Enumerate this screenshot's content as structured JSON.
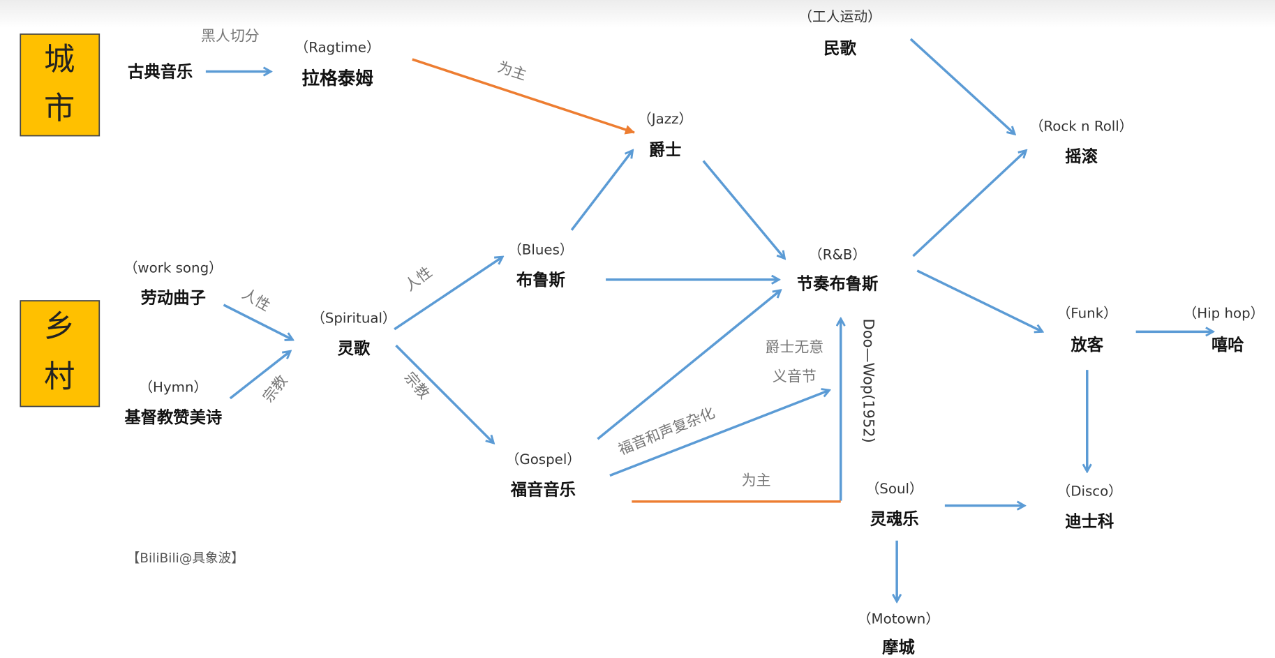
{
  "colors": {
    "arrow": "#5B9BD5",
    "primary_arrow": "#ED7D31",
    "category_box": "#FFC000"
  },
  "categories": {
    "urban": [
      "城",
      "市"
    ],
    "rural": [
      "乡",
      "村"
    ]
  },
  "nodes": {
    "classical": {
      "zh": "古典音乐"
    },
    "ragtime": {
      "en": "（Ragtime）",
      "zh": "拉格泰姆"
    },
    "jazz": {
      "en": "（Jazz）",
      "zh": "爵士"
    },
    "folk": {
      "en": "（工人运动）",
      "zh": "民歌"
    },
    "rock": {
      "en": "（Rock n Roll）",
      "zh": "摇滚"
    },
    "worksong": {
      "en": "（work song）",
      "zh": "劳动曲子"
    },
    "hymn": {
      "en": "（Hymn）",
      "zh": "基督教赞美诗"
    },
    "spiritual": {
      "en": "（Spiritual）",
      "zh": "灵歌"
    },
    "blues": {
      "en": "（Blues）",
      "zh": "布鲁斯"
    },
    "rnb": {
      "en": "（R&B）",
      "zh": "节奏布鲁斯"
    },
    "funk": {
      "en": "（Funk）",
      "zh": "放客"
    },
    "hiphop": {
      "en": "（Hip hop）",
      "zh": "嘻哈"
    },
    "gospel": {
      "en": "（Gospel）",
      "zh": "福音音乐"
    },
    "soul": {
      "en": "（Soul）",
      "zh": "灵魂乐"
    },
    "disco": {
      "en": "（Disco）",
      "zh": "迪士科"
    },
    "motown": {
      "en": "（Motown）",
      "zh": "摩城"
    }
  },
  "edge_labels": {
    "syncopation": "黑人切分",
    "ragtime_jazz": "为主",
    "worksong_humanity": "人性",
    "hymn_religion": "宗教",
    "spiritual_humanity": "人性",
    "spiritual_religion": "宗教",
    "gospel_harmony": "福音和声复杂化",
    "jazz_nonsense_1": "爵士无意",
    "jazz_nonsense_2": "义音节",
    "gospel_main": "为主",
    "doowop": "Doo—Wop(1952)"
  },
  "watermark": "【BiliBili@具象波】"
}
